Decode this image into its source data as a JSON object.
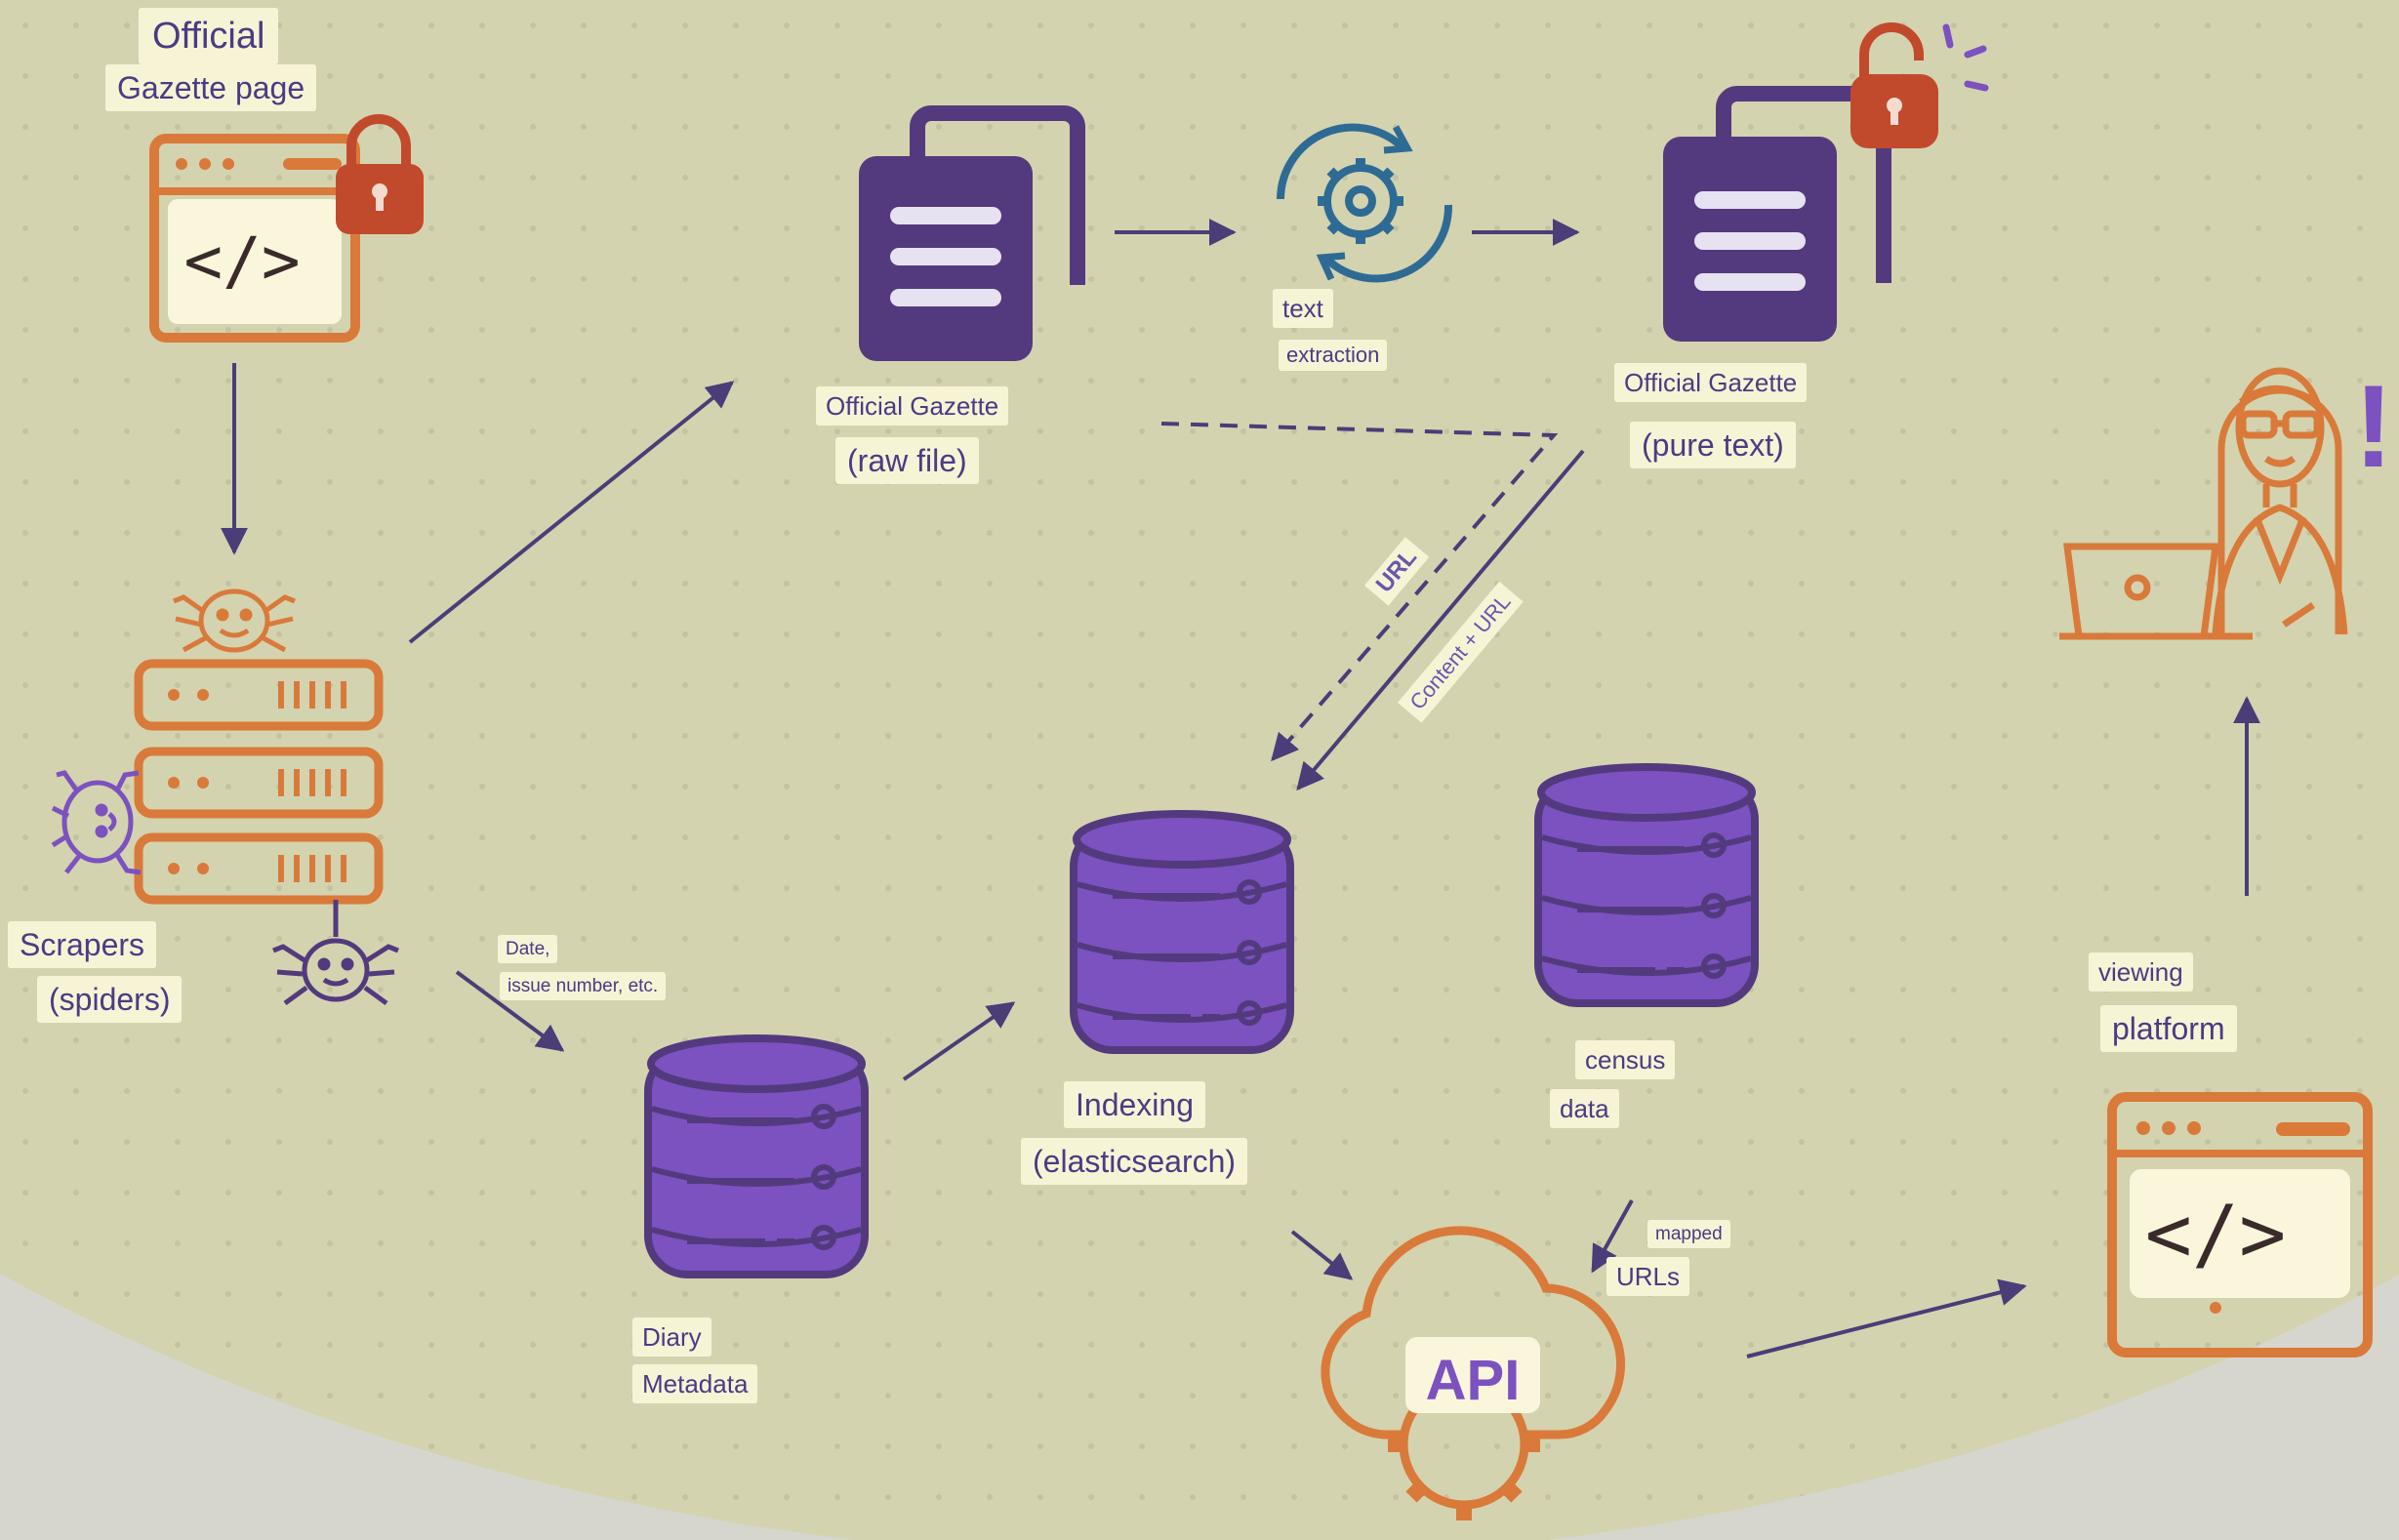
{
  "colors": {
    "background": "#d4d3af",
    "outer": "#d6d6cf",
    "orange": "#d97a3a",
    "purple": "#533a7e",
    "violet": "#7b52bf",
    "lock": "#c24a2c",
    "teal": "#2e6b94",
    "arrow": "#4a3d78",
    "label_bg": "#f7f4d6",
    "label_text": "#4b3b84"
  },
  "icons": [
    "code-window-icon",
    "padlock-icon",
    "spider-icon",
    "server-stack-icon",
    "document-stack-icon",
    "gear-cycle-icon",
    "database-icon",
    "api-cloud-icon",
    "woman-laptop-icon",
    "exclamation-icon",
    "open-padlock-icon"
  ],
  "labels": {
    "official": "Official",
    "gazette_page": "Gazette page",
    "code_tag": "</>",
    "scrapers": "Scrapers",
    "spiders": "(spiders)",
    "gazette_raw_title": "Official Gazette",
    "raw_file": "(raw file)",
    "text": "text",
    "extraction": "extraction",
    "gazette_pure_title": "Official Gazette",
    "pure_text": "(pure text)",
    "url": "URL",
    "content_url": "Content + URL",
    "date": "Date,",
    "issue_number": "issue number, etc.",
    "diary": "Diary",
    "metadata": "Metadata",
    "indexing": "Indexing",
    "elasticsearch": "(elasticsearch)",
    "census": "census",
    "data": "data",
    "mapped": "mapped",
    "urls": "URLs",
    "api": "API",
    "viewing": "viewing",
    "platform": "platform",
    "exclamation": "!"
  }
}
